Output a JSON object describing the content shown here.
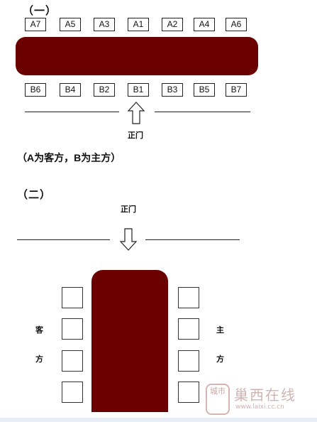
{
  "colors": {
    "table": "#6b0000",
    "watermark": "#c7a7a7"
  },
  "section1": {
    "heading": "（一）",
    "top_row": [
      "A7",
      "A5",
      "A3",
      "A1",
      "A2",
      "A4",
      "A6"
    ],
    "bottom_row": [
      "B6",
      "B4",
      "B2",
      "B1",
      "B3",
      "B5",
      "B7"
    ],
    "door_label": "正门",
    "note": "（A为客方，B为主方）"
  },
  "section2": {
    "heading": "（二）",
    "door_label": "正门",
    "left_labels": [
      "客",
      "方"
    ],
    "right_labels": [
      "主",
      "方"
    ]
  },
  "watermark": {
    "badge": "城市",
    "text": "巢西在线",
    "url": "www.laixi.cc.cn"
  }
}
